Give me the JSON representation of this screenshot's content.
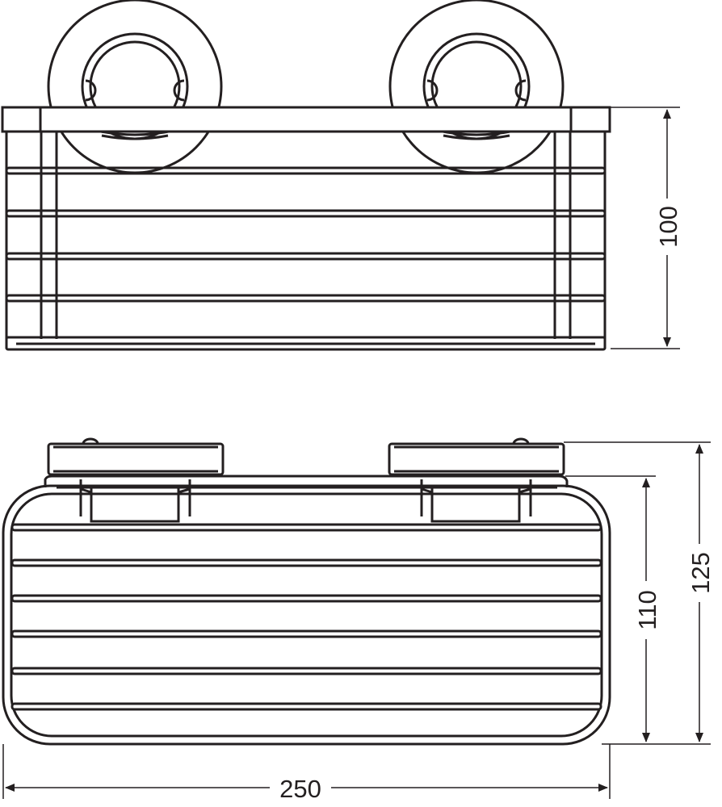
{
  "dimensions": {
    "front_height": "100",
    "inner_depth": "110",
    "total_depth": "125",
    "width": "250"
  },
  "colors": {
    "line": "#231f20",
    "background": "#ffffff"
  }
}
